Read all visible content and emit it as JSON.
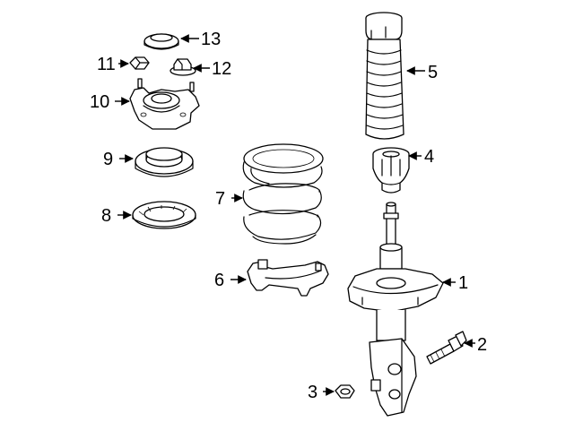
{
  "diagram": {
    "type": "exploded-parts-view",
    "callouts": [
      {
        "id": "1",
        "label": "1"
      },
      {
        "id": "2",
        "label": "2"
      },
      {
        "id": "3",
        "label": "3"
      },
      {
        "id": "4",
        "label": "4"
      },
      {
        "id": "5",
        "label": "5"
      },
      {
        "id": "6",
        "label": "6"
      },
      {
        "id": "7",
        "label": "7"
      },
      {
        "id": "8",
        "label": "8"
      },
      {
        "id": "9",
        "label": "9"
      },
      {
        "id": "10",
        "label": "10"
      },
      {
        "id": "11",
        "label": "11"
      },
      {
        "id": "12",
        "label": "12"
      },
      {
        "id": "13",
        "label": "13"
      }
    ]
  }
}
